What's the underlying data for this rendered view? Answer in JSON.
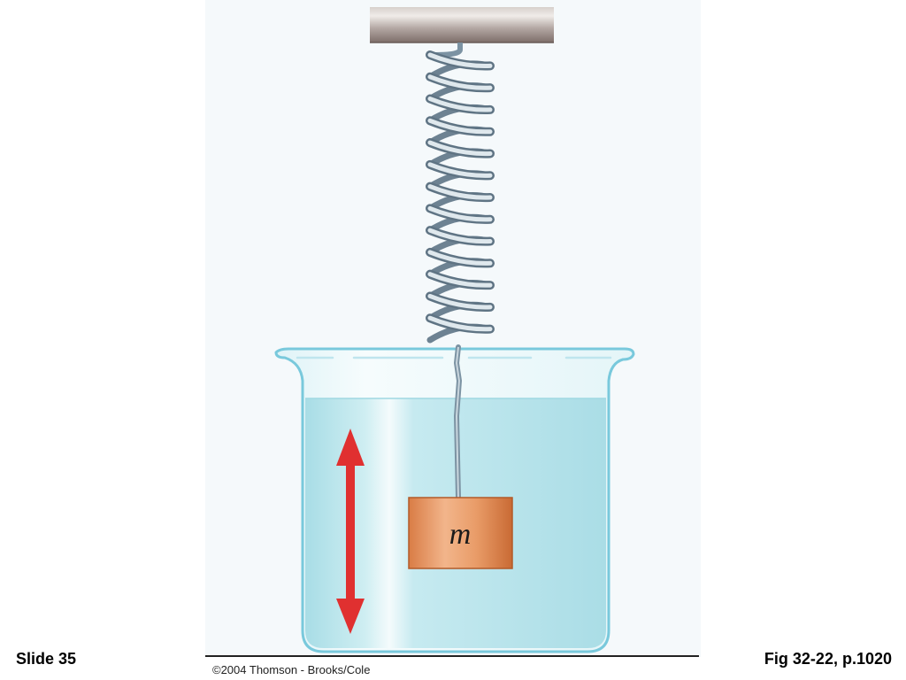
{
  "slide_label": "Slide 35",
  "figure_reference": "Fig 32-22, p.1020",
  "copyright": "©2004 Thomson - Brooks/Cole",
  "mass_label": "m",
  "colors": {
    "background": "#ffffff",
    "panel": "#f5f9fb",
    "support": "#9a8b86",
    "spring": "#8aa0b0",
    "water": "#bde6ec",
    "beaker_outline": "#6cc3d8",
    "mass": "#e0905c",
    "arrow": "#e03030",
    "floor_line": "#222222"
  },
  "icons": [
    "double-arrow-icon"
  ]
}
